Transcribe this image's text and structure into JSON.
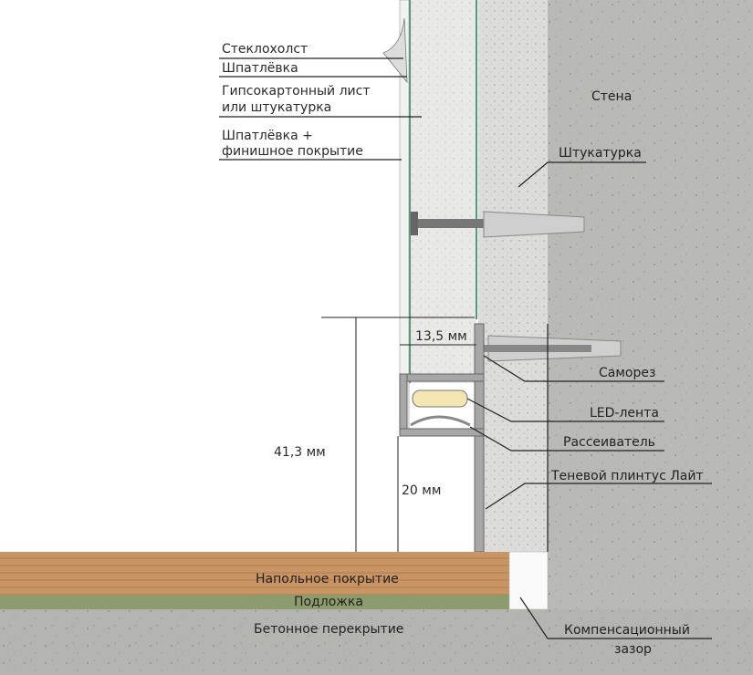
{
  "left_labels": [
    "Стеклохолст",
    "Шпатлёвка",
    "Гипсокартонный лист",
    "или штукатурка",
    "Шпатлёвка +",
    "финишное покрытие"
  ],
  "right_labels": {
    "wall": "Стена",
    "plaster": "Штукатурка",
    "screw": "Саморез",
    "led": "LED-лента",
    "diffuser": "Рассеиватель",
    "baseboard": "Теневой плинтус Лайт",
    "gap_1": "Компенсационный",
    "gap_2": "зазор"
  },
  "floor_labels": {
    "covering": "Напольное покрытие",
    "underlay": "Подложка",
    "slab": "Бетонное перекрытие"
  },
  "dimensions": {
    "width": "13,5 мм",
    "total_height": "41,3 мм",
    "lower_height": "20 мм"
  },
  "colors": {
    "wall": "#b9b9b6",
    "plaster": "#dcdcda",
    "drywall": "#e9e9e7",
    "glass_line": "#4f9a78",
    "wood": "#c99564",
    "underlay": "#8d9c6c",
    "slab": "#b4b4b1"
  }
}
